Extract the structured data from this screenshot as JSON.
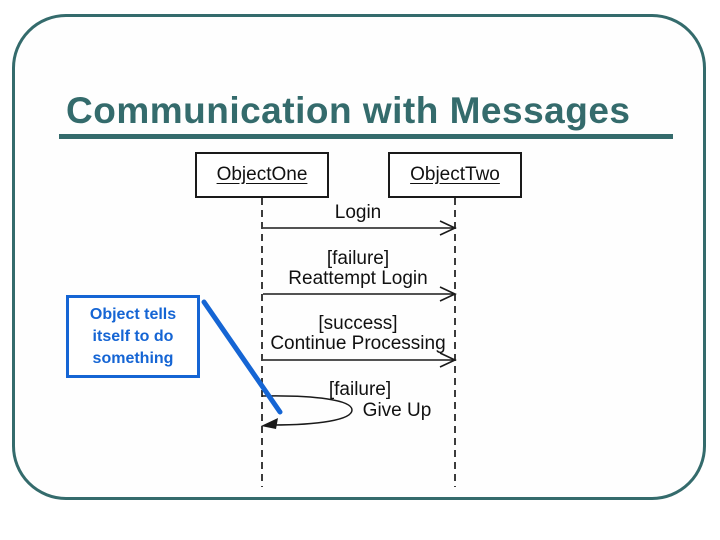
{
  "slide": {
    "title": "Communication with Messages"
  },
  "diagram": {
    "objects": [
      {
        "label": "ObjectOne"
      },
      {
        "label": "ObjectTwo"
      }
    ],
    "messages": [
      {
        "guard": "",
        "label": "Login"
      },
      {
        "guard": "[failure]",
        "label": "Reattempt Login"
      },
      {
        "guard": "[success]",
        "label": "Continue Processing"
      },
      {
        "guard": "[failure]",
        "label": "Give Up"
      }
    ],
    "callout": {
      "line1": "Object tells",
      "line2": "itself to do",
      "line3": "something"
    }
  },
  "colors": {
    "slide_border_teal": "#346b6c",
    "title_teal": "#346b6c",
    "callout_blue": "#1565d4",
    "diagram_ink": "#1a1a1a"
  }
}
